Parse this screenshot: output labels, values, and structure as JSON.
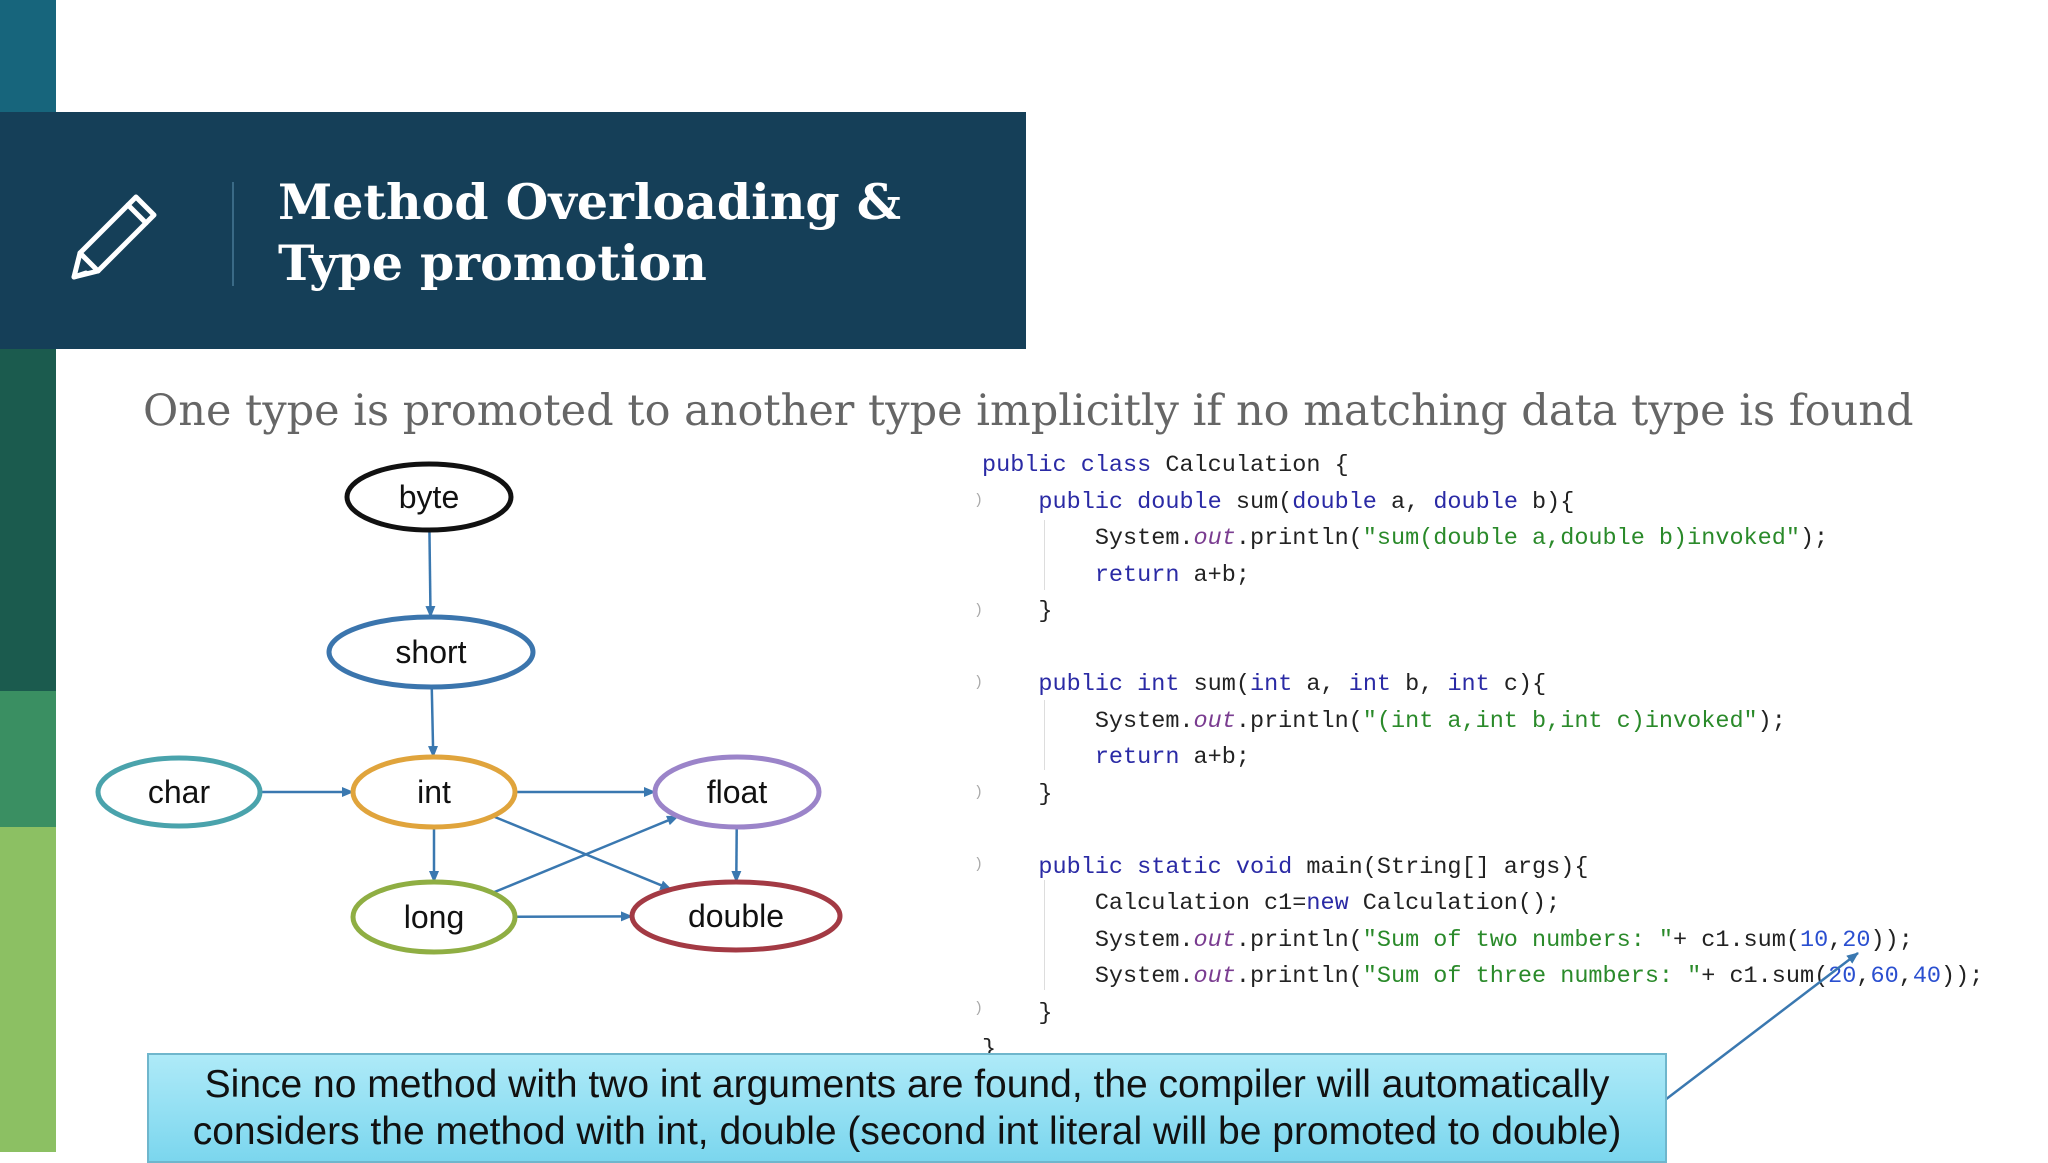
{
  "slide": {
    "title": "Method Overloading & Type promotion",
    "subtitle": "One type is promoted to another type implicitly if no matching data type is found",
    "callout": "Since no method with two int arguments are found, the compiler will automatically considers the method with int, double (second int literal will be promoted to double)"
  },
  "icons": {
    "header_icon": "pencil-icon"
  },
  "colors": {
    "banner": "#153f58",
    "strip": [
      "#17657c",
      "#153f58",
      "#1b5b4e",
      "#3a8f62",
      "#8cc063"
    ],
    "callout": "#8edcf0"
  },
  "diagram": {
    "nodes": [
      {
        "id": "byte",
        "label": "byte",
        "color": "#111111"
      },
      {
        "id": "short",
        "label": "short",
        "color": "#3b75ad"
      },
      {
        "id": "char",
        "label": "char",
        "color": "#4aa3ac"
      },
      {
        "id": "int",
        "label": "int",
        "color": "#e0a43c"
      },
      {
        "id": "float",
        "label": "float",
        "color": "#9b84c9"
      },
      {
        "id": "long",
        "label": "long",
        "color": "#8fae43"
      },
      {
        "id": "double",
        "label": "double",
        "color": "#a33a44"
      }
    ],
    "edges": [
      [
        "byte",
        "short"
      ],
      [
        "short",
        "int"
      ],
      [
        "char",
        "int"
      ],
      [
        "int",
        "float"
      ],
      [
        "int",
        "long"
      ],
      [
        "int",
        "double"
      ],
      [
        "long",
        "float"
      ],
      [
        "long",
        "double"
      ],
      [
        "float",
        "double"
      ]
    ]
  },
  "code": {
    "lines": [
      [
        [
          "kw",
          "public class "
        ],
        [
          "t",
          "Calculation {"
        ]
      ],
      [
        [
          "t",
          "    "
        ],
        [
          "kw",
          "public double "
        ],
        [
          "t",
          "sum("
        ],
        [
          "kw",
          "double "
        ],
        [
          "t",
          "a, "
        ],
        [
          "kw",
          "double "
        ],
        [
          "t",
          "b){"
        ]
      ],
      [
        [
          "t",
          "        System."
        ],
        [
          "fld",
          "out"
        ],
        [
          "t",
          ".println("
        ],
        [
          "str",
          "\"sum(double a,double b)invoked\""
        ],
        [
          "t",
          ");"
        ]
      ],
      [
        [
          "t",
          "        "
        ],
        [
          "kw",
          "return "
        ],
        [
          "t",
          "a+b;"
        ]
      ],
      [
        [
          "t",
          "    }"
        ]
      ],
      [
        [
          "t",
          ""
        ]
      ],
      [
        [
          "t",
          "    "
        ],
        [
          "kw",
          "public int "
        ],
        [
          "t",
          "sum("
        ],
        [
          "kw",
          "int "
        ],
        [
          "t",
          "a, "
        ],
        [
          "kw",
          "int "
        ],
        [
          "t",
          "b, "
        ],
        [
          "kw",
          "int "
        ],
        [
          "t",
          "c){"
        ]
      ],
      [
        [
          "t",
          "        System."
        ],
        [
          "fld",
          "out"
        ],
        [
          "t",
          ".println("
        ],
        [
          "str",
          "\"(int a,int b,int c)invoked\""
        ],
        [
          "t",
          ");"
        ]
      ],
      [
        [
          "t",
          "        "
        ],
        [
          "kw",
          "return "
        ],
        [
          "t",
          "a+b;"
        ]
      ],
      [
        [
          "t",
          "    }"
        ]
      ],
      [
        [
          "t",
          ""
        ]
      ],
      [
        [
          "t",
          "    "
        ],
        [
          "kw",
          "public static void "
        ],
        [
          "t",
          "main(String[] args){"
        ]
      ],
      [
        [
          "t",
          "        Calculation c1="
        ],
        [
          "kw",
          "new "
        ],
        [
          "t",
          "Calculation();"
        ]
      ],
      [
        [
          "t",
          "        System."
        ],
        [
          "fld",
          "out"
        ],
        [
          "t",
          ".println("
        ],
        [
          "str",
          "\"Sum of two numbers: \""
        ],
        [
          "t",
          "+ c1.sum("
        ],
        [
          "num",
          "10"
        ],
        [
          "t",
          ","
        ],
        [
          "num",
          "20"
        ],
        [
          "t",
          "));"
        ]
      ],
      [
        [
          "t",
          "        System."
        ],
        [
          "fld",
          "out"
        ],
        [
          "t",
          ".println("
        ],
        [
          "str",
          "\"Sum of three numbers: \""
        ],
        [
          "t",
          "+ c1.sum("
        ],
        [
          "num",
          "20"
        ],
        [
          "t",
          ","
        ],
        [
          "num",
          "60"
        ],
        [
          "t",
          ","
        ],
        [
          "num",
          "40"
        ],
        [
          "t",
          "));"
        ]
      ],
      [
        [
          "t",
          "    }"
        ]
      ],
      [
        [
          "t",
          "}"
        ]
      ]
    ]
  }
}
